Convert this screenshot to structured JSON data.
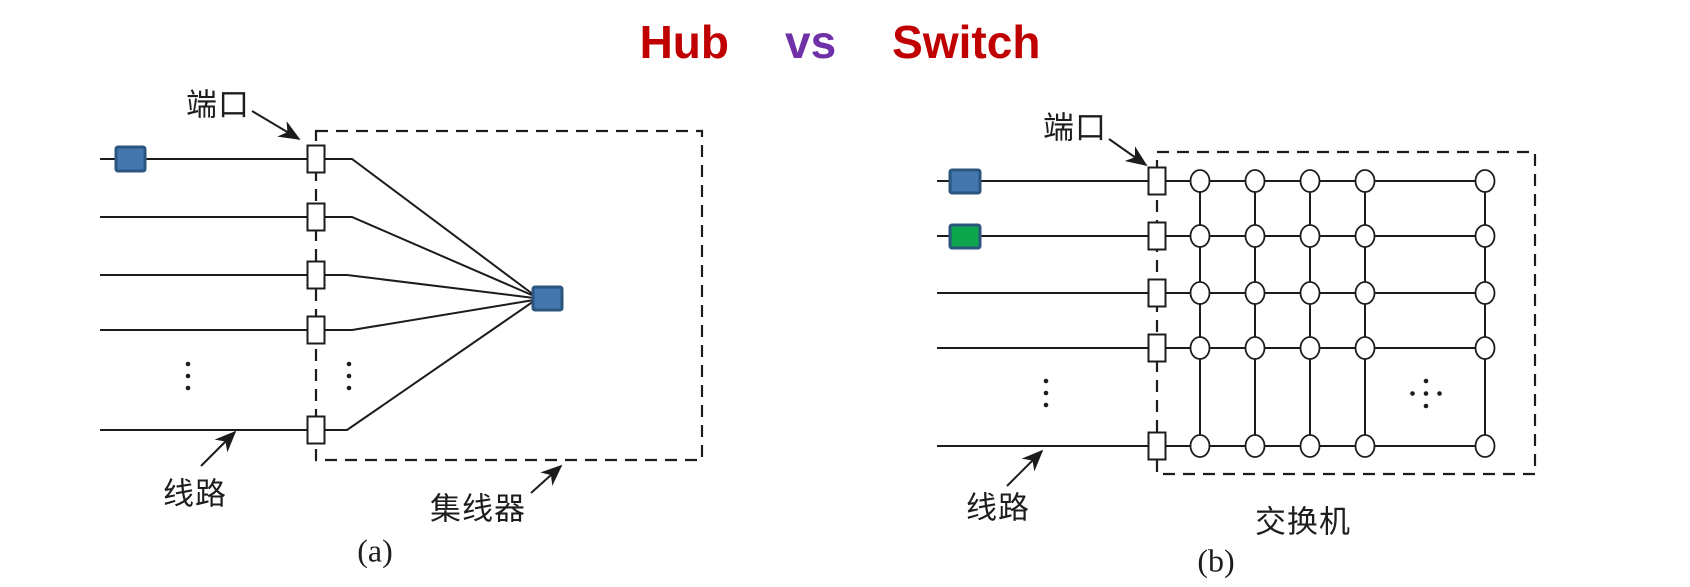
{
  "title": {
    "left": "Hub",
    "middle": "vs",
    "right": "Switch"
  },
  "colors": {
    "title_text": "#c00000",
    "vs_text": "#7030a8",
    "host_blue": "#4377ae",
    "host_blue_border": "#2b567f",
    "host_green": "#0ea64d",
    "diagram_ink": "#1c1c1c"
  },
  "hub_diagram": {
    "port_label": "端口",
    "line_label": "线路",
    "device_label": "集线器",
    "caption": "(a)"
  },
  "switch_diagram": {
    "port_label": "端口",
    "line_label": "线路",
    "device_label": "交换机",
    "caption": "(b)"
  }
}
